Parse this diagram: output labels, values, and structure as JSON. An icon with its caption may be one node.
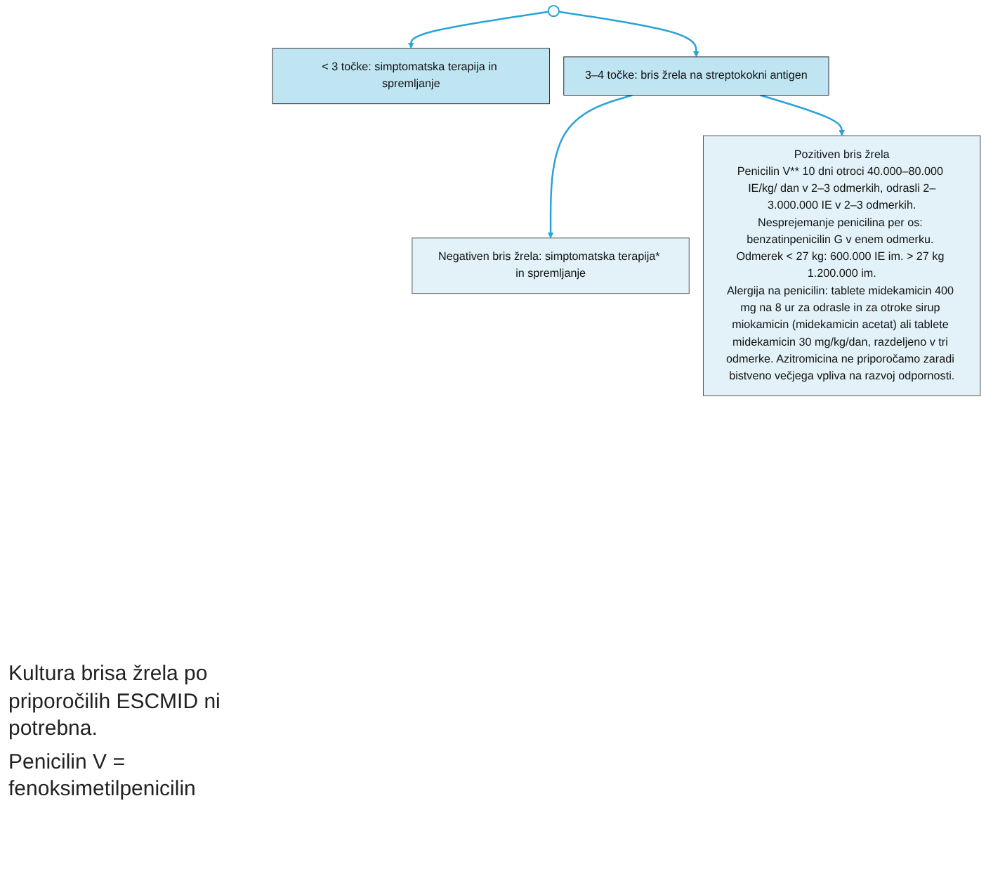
{
  "diagram": {
    "nodes": [
      {
        "text": [],
        "shape": "circle"
      },
      {
        "text": [
          "< 3 točke: simptomatska terapija in spremljanje"
        ]
      },
      {
        "text": [
          "3–4 točke: bris žrela na streptokokni antigen"
        ]
      },
      {
        "text": [
          "Negativen bris žrela: simptomatska terapija* in spremljanje"
        ]
      },
      {
        "text": [
          "Pozitiven bris žrela",
          "Penicilin V** 10 dni otroci 40.000–80.000 IE/kg/ dan v 2–3 odmerkih, odrasli 2–3.000.000 IE v 2–3 odmerkih.",
          "Nesprejemanje penicilina per os: benzatinpenicilin G v enem odmerku. Odmerek < 27 kg: 600.000 IE im. > 27 kg 1.200.000 im.",
          "Alergija na penicilin: tablete midekamicin 400 mg na 8 ur za odrasle in za otroke sirup miokamicin (midekamicin acetat) ali tablete midekamicin 30 mg/kg/dan, razdeljeno v tri odmerke. Azitromicina ne priporočamo zaradi bistveno večjega vpliva na razvoj odpornosti."
        ]
      }
    ],
    "edges": [
      {
        "from": 0,
        "to": 1,
        "arrow": "to"
      },
      {
        "from": 0,
        "to": 2,
        "arrow": "to"
      },
      {
        "from": 2,
        "to": 3,
        "arrow": "to"
      },
      {
        "from": 2,
        "to": 4,
        "arrow": "to"
      }
    ],
    "labels": [
      "Kultura brisa žrela po priporočilih ESCMID ni potrebna.",
      "Penicilin V = fenoksimetilpenicilin"
    ]
  }
}
